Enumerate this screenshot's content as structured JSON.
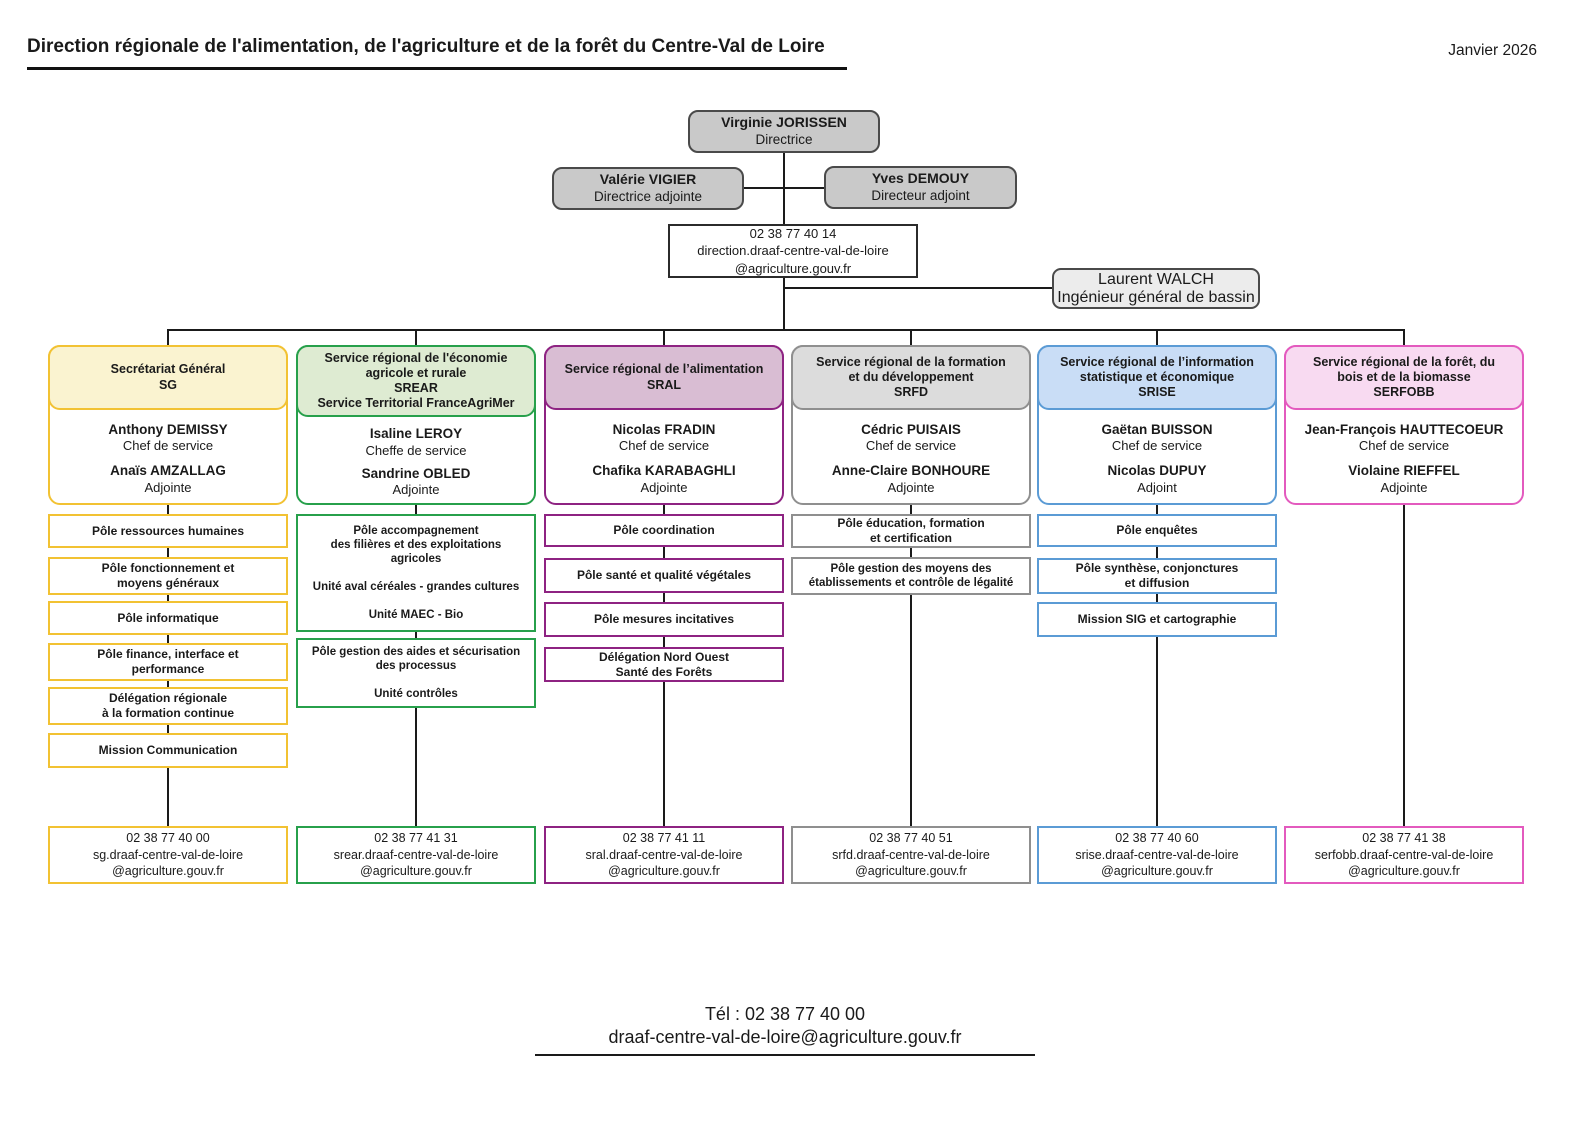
{
  "header": {
    "title": "Direction régionale de l'alimentation, de l'agriculture et de la forêt du Centre-Val de Loire",
    "date": "Janvier 2026"
  },
  "direction": {
    "director": {
      "name": "Virginie JORISSEN",
      "role": "Directrice"
    },
    "deputy_female": {
      "name": "Valérie VIGIER",
      "role": "Directrice adjointe"
    },
    "deputy_male": {
      "name": "Yves DEMOUY",
      "role": "Directeur adjoint"
    },
    "contact": "02 38 77 40 14\ndirection.draaf-centre-val-de-loire\n@agriculture.gouv.fr",
    "basin_engineer": {
      "name": "Laurent WALCH",
      "role": "Ingénieur général de bassin"
    }
  },
  "palette": {
    "sg": "#F2C233",
    "srear": "#27A04B",
    "sral": "#8E2382",
    "srfd": "#8F8F8F",
    "srise": "#5B9BD5",
    "serfobb": "#E35ABE"
  },
  "columns": [
    {
      "id": "sg",
      "title": "Secrétariat Général\nSG",
      "accent": "#F2C233",
      "fill": "#FAF3D0",
      "chief": {
        "name": "Anthony DEMISSY",
        "role": "Chef de service"
      },
      "deputy": {
        "name": "Anaïs AMZALLAG",
        "role": "Adjointe"
      },
      "poles": [
        "Pôle ressources humaines",
        "Pôle fonctionnement et\nmoyens généraux",
        "Pôle informatique",
        "Pôle finance, interface et\nperformance",
        "Délégation régionale\nà la formation continue",
        "Mission Communication"
      ],
      "contact": "02 38 77 40 00\nsg.draaf-centre-val-de-loire\n@agriculture.gouv.fr"
    },
    {
      "id": "srear",
      "title": "Service régional de l'économie\nagricole et rurale\nSREAR\nService Territorial FranceAgriMer",
      "accent": "#27A04B",
      "fill": "#DEEBD2",
      "chief": {
        "name": "Isaline LEROY",
        "role": "Cheffe de service"
      },
      "deputy": {
        "name": "Sandrine OBLED",
        "role": "Adjointe"
      },
      "poles": [
        "Pôle accompagnement\ndes filières et des exploitations\nagricoles\n\nUnité aval céréales - grandes cultures\n\nUnité MAEC - Bio",
        "Pôle gestion des aides et sécurisation\ndes processus\n\nUnité contrôles"
      ],
      "contact": "02 38 77 41 31\nsrear.draaf-centre-val-de-loire\n@agriculture.gouv.fr"
    },
    {
      "id": "sral",
      "title": "Service régional de l’alimentation\nSRAL",
      "accent": "#8E2382",
      "fill": "#D9BDD3",
      "chief": {
        "name": "Nicolas FRADIN",
        "role": "Chef de service"
      },
      "deputy": {
        "name": "Chafika KARABAGHLI",
        "role": "Adjointe"
      },
      "poles": [
        "Pôle coordination",
        "Pôle santé et qualité végétales",
        "Pôle mesures incitatives",
        "Délégation Nord Ouest\nSanté des Forêts"
      ],
      "contact": "02 38 77 41 11\nsral.draaf-centre-val-de-loire\n@agriculture.gouv.fr"
    },
    {
      "id": "srfd",
      "title": "Service régional de la formation\net du développement\nSRFD",
      "accent": "#8F8F8F",
      "fill": "#DCDCDC",
      "chief": {
        "name": "Cédric PUISAIS",
        "role": "Chef de service"
      },
      "deputy": {
        "name": "Anne-Claire BONHOURE",
        "role": "Adjointe"
      },
      "poles": [
        "Pôle éducation, formation\net certification",
        "Pôle gestion des moyens des\nétablissements et contrôle de légalité"
      ],
      "contact": "02 38 77 40 51\nsrfd.draaf-centre-val-de-loire\n@agriculture.gouv.fr"
    },
    {
      "id": "srise",
      "title": "Service régional de l’information\nstatistique et économique\nSRISE",
      "accent": "#5B9BD5",
      "fill": "#C9DDF6",
      "chief": {
        "name": "Gaëtan BUISSON",
        "role": "Chef de service"
      },
      "deputy": {
        "name": "Nicolas DUPUY",
        "role": "Adjoint"
      },
      "poles": [
        "Pôle enquêtes",
        "Pôle synthèse, conjonctures\net diffusion",
        "Mission SIG et cartographie"
      ],
      "contact": "02 38 77 40 60\nsrise.draaf-centre-val-de-loire\n@agriculture.gouv.fr"
    },
    {
      "id": "serfobb",
      "title": "Service régional de la forêt, du\nbois et de la biomasse\nSERFOBB",
      "accent": "#E35ABE",
      "fill": "#F8DAF1",
      "chief": {
        "name": "Jean-François HAUTTECOEUR",
        "role": "Chef de service"
      },
      "deputy": {
        "name": "Violaine RIEFFEL",
        "role": "Adjointe"
      },
      "poles": [],
      "contact": "02 38 77 41 38\nserfobb.draaf-centre-val-de-loire\n@agriculture.gouv.fr"
    }
  ],
  "footer": {
    "phone": "Tél : 02 38 77 40 00",
    "email": "draaf-centre-val-de-loire@agriculture.gouv.fr"
  }
}
